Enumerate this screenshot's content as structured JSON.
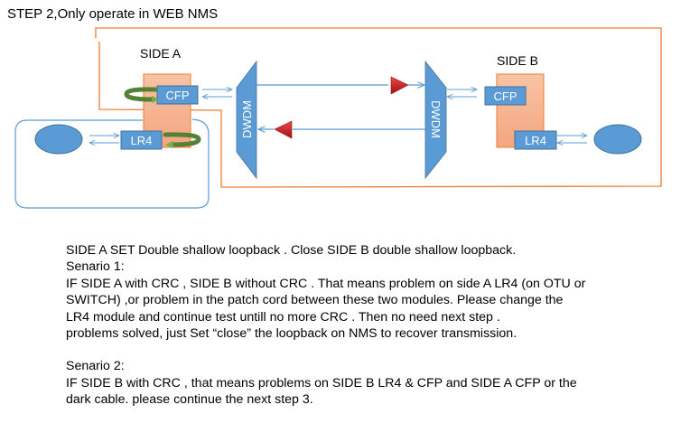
{
  "title": "STEP 2,Only operate in WEB NMS",
  "diagram": {
    "side_a_label": "SIDE A",
    "side_b_label": "SIDE B",
    "side_a_cfp": "CFP",
    "side_a_lr4": "LR4",
    "side_b_cfp": "CFP",
    "side_b_lr4": "LR4",
    "dwdm_a": "DWDM",
    "dwdm_b": "DWDM",
    "colors": {
      "module_blue": "#5B9BD5",
      "card_fill": "#F4B183",
      "card_border": "#ED7D31",
      "loop_green": "#548235",
      "amp_red": "#E02020"
    }
  },
  "text": {
    "line1": "SIDE A SET Double shallow loopback . Close SIDE B double shallow loopback.",
    "scenario1_title": "Senario 1:",
    "scenario1_lines": [
      "IF SIDE A with CRC , SIDE B without CRC . That means problem on side A LR4 (on OTU or",
      "SWITCH) ,or problem in the patch cord between these two modules. Please change the",
      "LR4 module and continue test untill no more CRC . Then no need next step .",
      "problems solved, just Set “close” the loopback on NMS to recover transmission."
    ],
    "scenario2_title": "Senario 2:",
    "scenario2_lines": [
      "IF SIDE B with CRC , that means problems on SIDE B LR4 & CFP and SIDE A CFP or the",
      "dark cable. please continue the next step 3."
    ]
  }
}
